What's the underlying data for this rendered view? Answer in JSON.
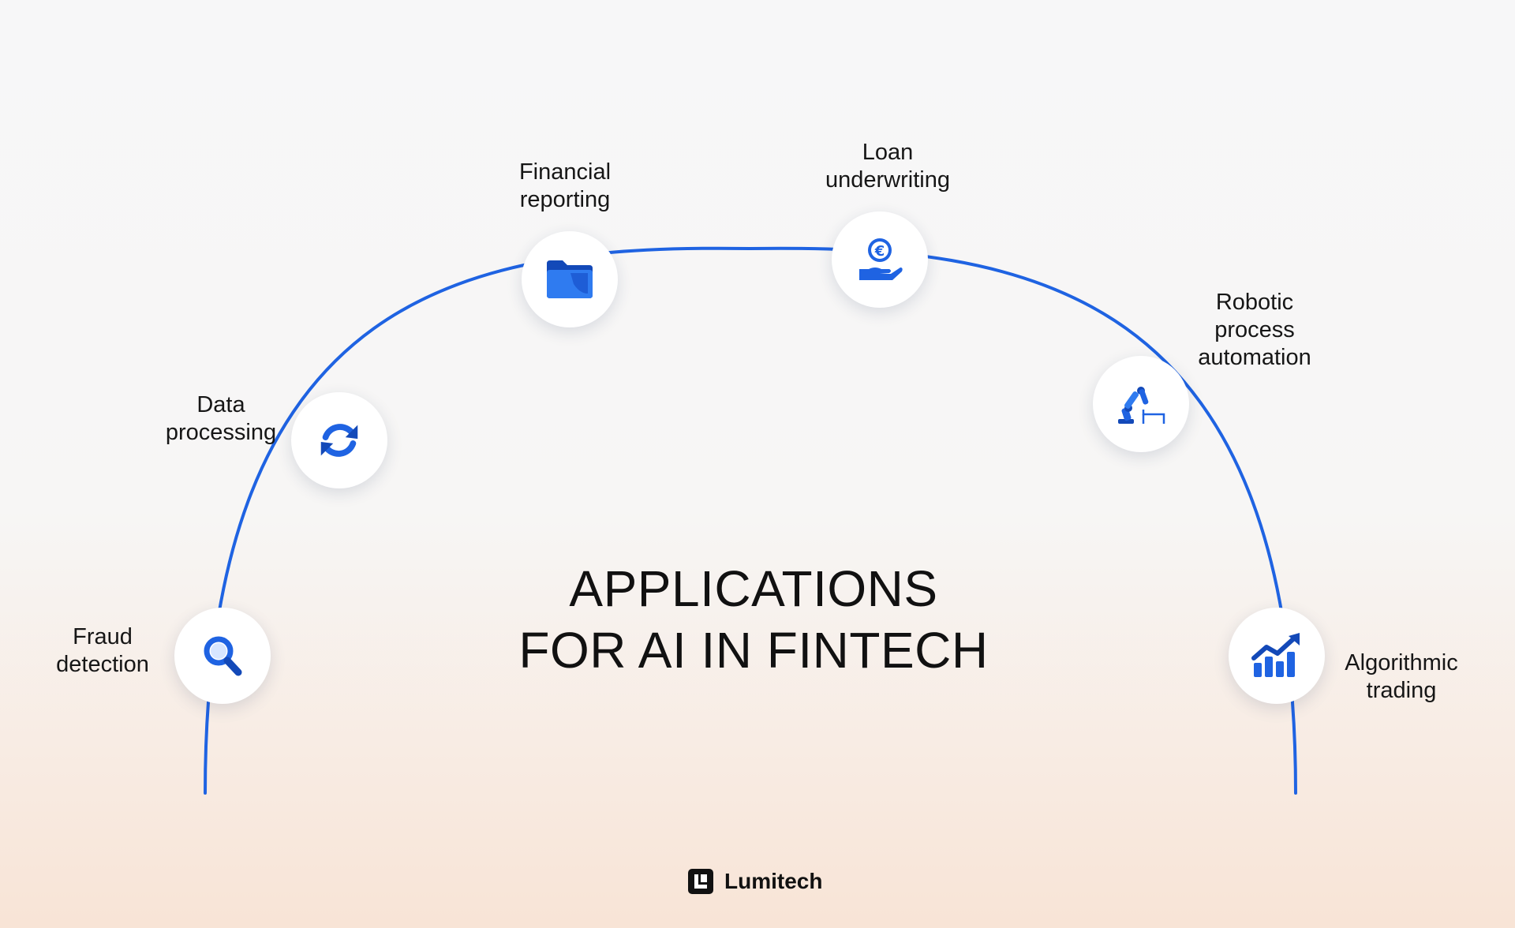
{
  "title_line1": "APPLICATIONS",
  "title_line2": "FOR AI IN FINTECH",
  "items": [
    {
      "label": "Fraud\ndetection",
      "icon": "magnifier-icon"
    },
    {
      "label": "Data\nprocessing",
      "icon": "refresh-icon"
    },
    {
      "label": "Financial\nreporting",
      "icon": "folder-icon"
    },
    {
      "label": "Loan\nunderwriting",
      "icon": "euro-hand-icon"
    },
    {
      "label": "Robotic\nprocess\nautomation",
      "icon": "robot-arm-icon"
    },
    {
      "label": "Algorithmic\ntrading",
      "icon": "rising-chart-icon"
    }
  ],
  "brand": {
    "name": "Lumitech",
    "icon": "lumitech-logo-icon"
  },
  "colors": {
    "accent": "#1f63e2",
    "text": "#161616"
  }
}
